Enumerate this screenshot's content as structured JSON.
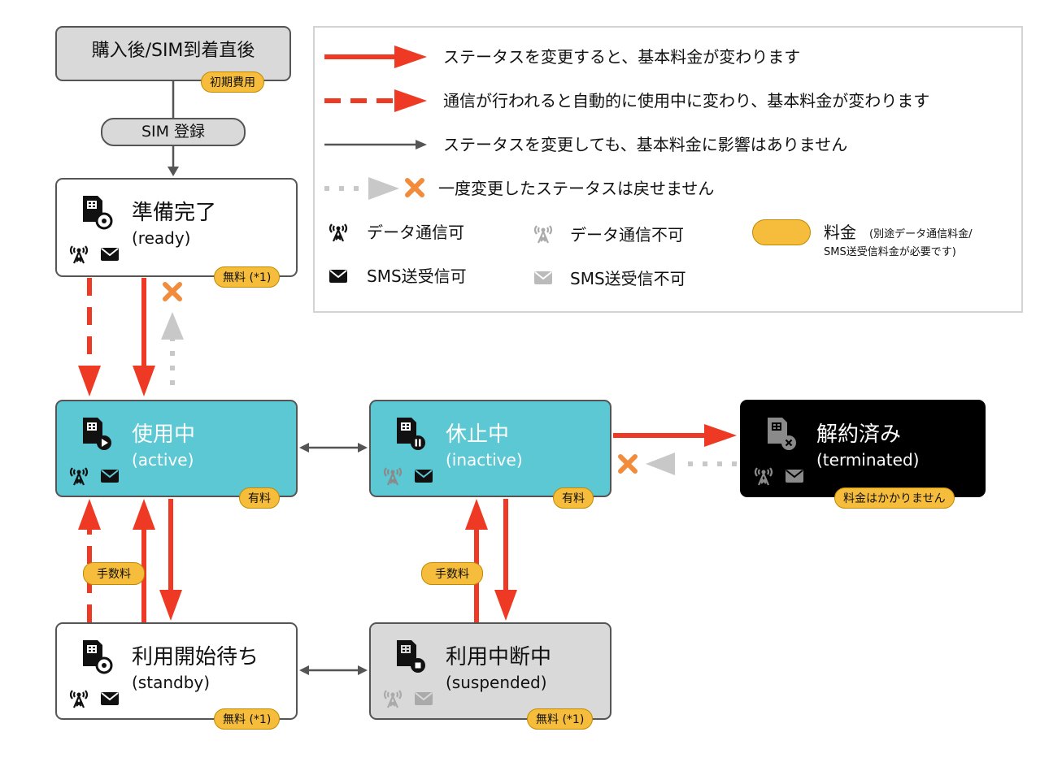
{
  "start": {
    "title": "購入後/SIM到着直後",
    "badge": "初期費用"
  },
  "sim_register": "SIM 登録",
  "states": {
    "ready": {
      "title": "準備完了",
      "sub": "(ready)",
      "badge": "無料 (*1)"
    },
    "active": {
      "title": "使用中",
      "sub": "(active)",
      "badge": "有料"
    },
    "inactive": {
      "title": "休止中",
      "sub": "(inactive)",
      "badge": "有料"
    },
    "terminated": {
      "title": "解約済み",
      "sub": "(terminated)",
      "badge": "料金はかかりません"
    },
    "standby": {
      "title": "利用開始待ち",
      "sub": "(standby)",
      "badge": "無料 (*1)"
    },
    "suspended": {
      "title": "利用中断中",
      "sub": "(suspended)",
      "badge": "無料 (*1)"
    }
  },
  "fee_labels": {
    "left": "手数料",
    "right": "手数料"
  },
  "legend": {
    "red_arrow": "ステータスを変更すると、基本料金が変わります",
    "red_dashed_arrow": "通信が行われると自動的に使用中に変わり、基本料金が変わります",
    "gray_arrow": "ステータスを変更しても、基本料金に影響はありません",
    "no_return": "一度変更したステータスは戻せません",
    "data_ok": "データ通信可",
    "data_ng": "データ通信不可",
    "sms_ok": "SMS送受信可",
    "sms_ng": "SMS送受信不可",
    "fee": "料金",
    "fee_note_1": "(別途データ通信料金/",
    "fee_note_2": "SMS送受信料金が必要です)"
  },
  "colors": {
    "red": "#ee3a24",
    "cyan": "#5bc8d4",
    "badge": "#f6bd3d",
    "gray_box": "#d9d9d9",
    "x_mark": "#f08c3c"
  },
  "icons": [
    "sim-card-icon",
    "antenna-icon",
    "mail-icon",
    "x-mark-icon"
  ]
}
